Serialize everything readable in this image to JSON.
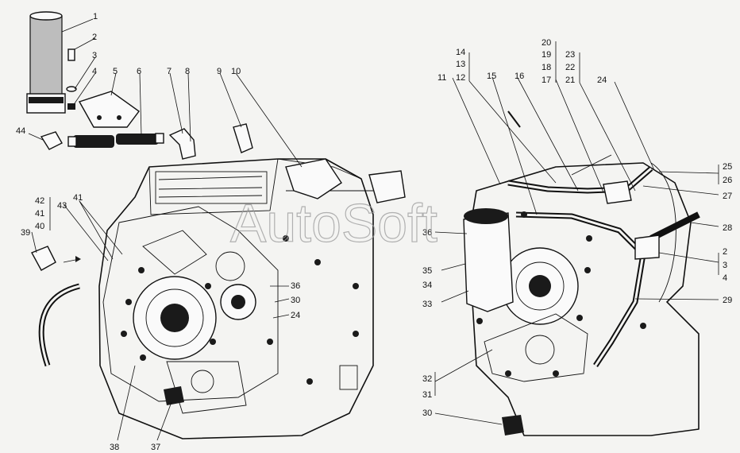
{
  "watermark": "AutoSoft",
  "callouts_left": [
    "1",
    "2",
    "3",
    "4",
    "5",
    "6",
    "7",
    "8",
    "9",
    "10",
    "44",
    "42",
    "41",
    "40",
    "41",
    "43",
    "39",
    "36",
    "30",
    "24",
    "38",
    "37"
  ],
  "callouts_right": [
    "14",
    "13",
    "12",
    "11",
    "15",
    "16",
    "20",
    "19",
    "18",
    "17",
    "23",
    "22",
    "21",
    "24",
    "25",
    "26",
    "27",
    "28",
    "2",
    "3",
    "4",
    "29",
    "36",
    "35",
    "34",
    "33",
    "32",
    "31",
    "30"
  ]
}
